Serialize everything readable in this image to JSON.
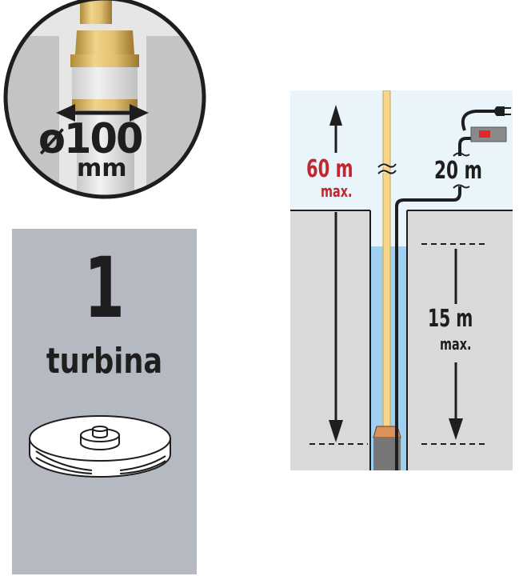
{
  "badge_diameter": {
    "symbol": "ø",
    "value": "100",
    "unit": "mm",
    "icon": "pump-filter-icon",
    "colors": {
      "circle_bg": "#e6e6e6",
      "pipe_walls": "#c4c4c4",
      "border": "#1e1e1e"
    }
  },
  "turbine_panel": {
    "count": "1",
    "label": "turbina",
    "icon": "impeller-icon",
    "colors": {
      "bg": "#b4b9c2",
      "text": "#1e1e1e"
    }
  },
  "well_diagram": {
    "total_depth": {
      "value": "60 m",
      "qualifier": "max.",
      "color": "#c1272d"
    },
    "cable_length": {
      "value": "20 m"
    },
    "immersion_depth": {
      "value": "15 m",
      "qualifier": "max."
    },
    "icons": [
      "plug-icon",
      "control-box-icon",
      "pipe-icon",
      "submersible-pump-icon"
    ],
    "colors": {
      "sky": "#eaf4fb",
      "ground": "#d9d9d9",
      "water": "#9fd0f0",
      "pipe": "#f7d58a",
      "cable": "#1e1e1e",
      "switch_led": "#e1262c"
    }
  }
}
